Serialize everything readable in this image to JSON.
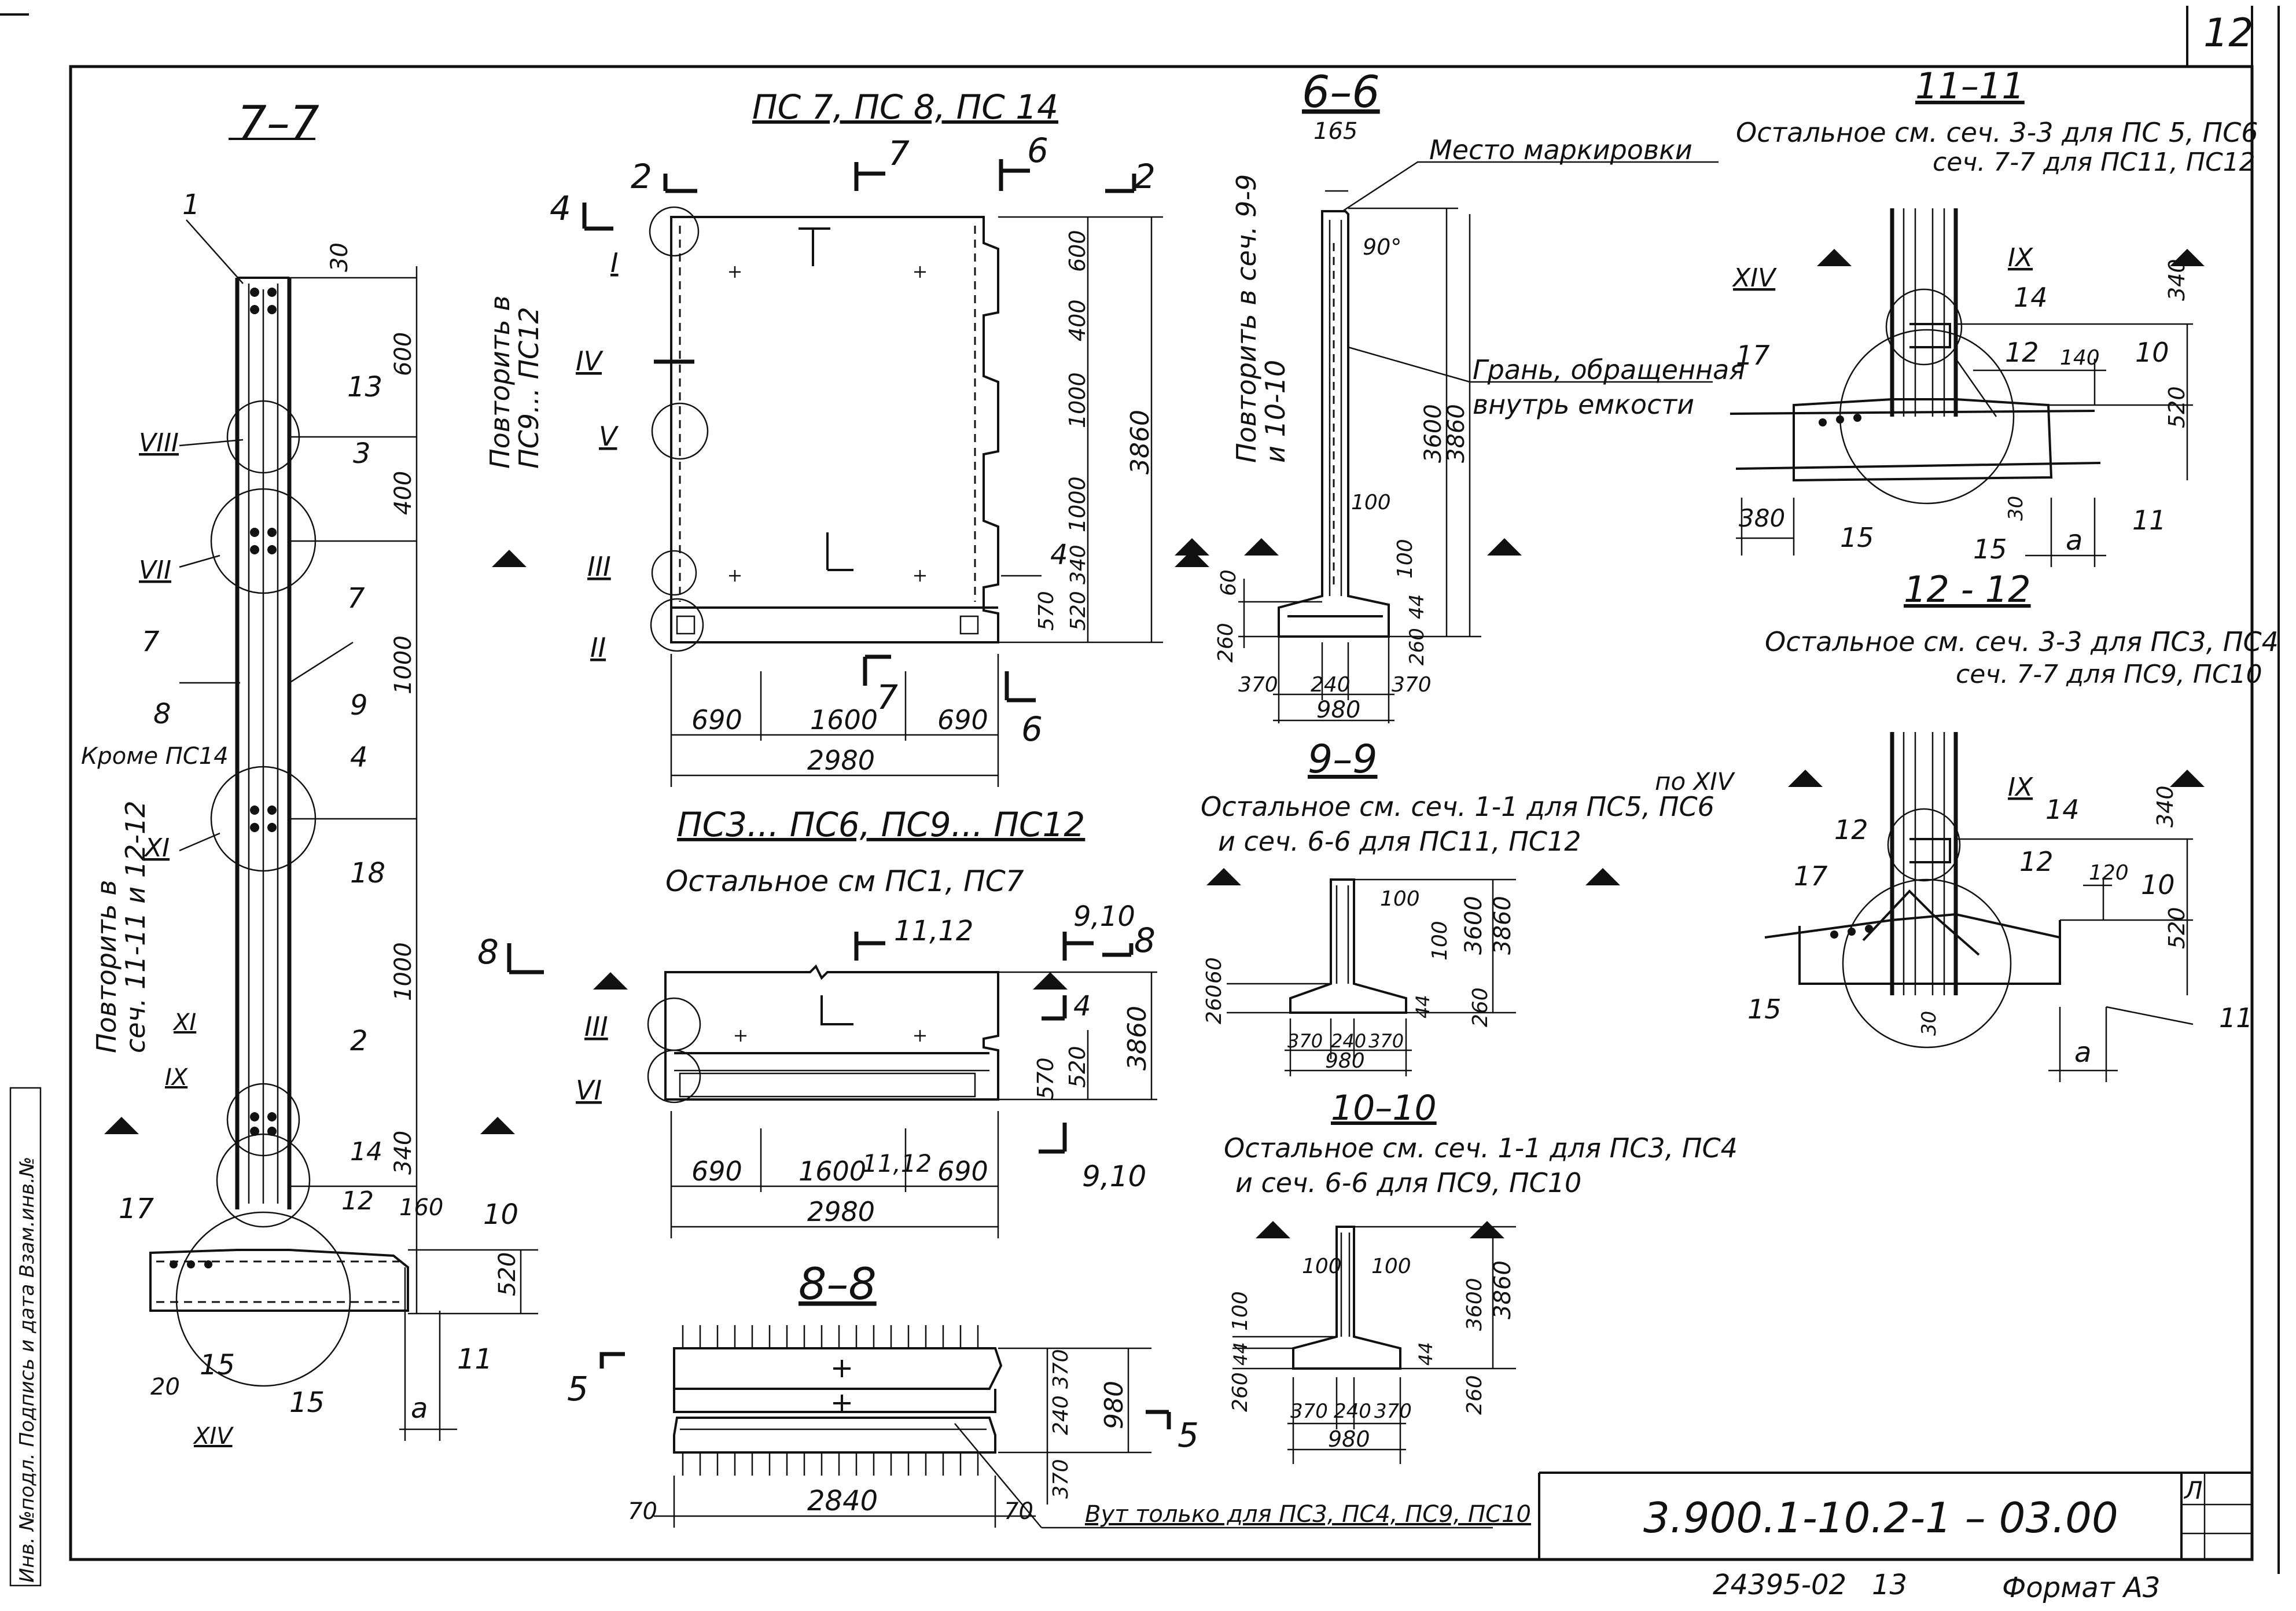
{
  "sheet": {
    "page_number": "12",
    "drawing_code": "3.900.1-10.2-1  – 03.00",
    "archive_number": "24395-02",
    "archive_sheet": "13",
    "format": "Формат А3",
    "side_stamp": "Инв. №подл.  Подпись и дата  Взам.инв.№",
    "corner_mark": "Л"
  },
  "section_7_7": {
    "title": "7–7",
    "note_repeat": [
      "Повторить в",
      "сеч. 11-11 и 12-12"
    ],
    "note_except": "Кроме ПС14",
    "dims": [
      "30",
      "600",
      "400",
      "1000",
      "1000",
      "340",
      "160",
      "520",
      "20",
      "a"
    ],
    "positions": [
      "1",
      "13",
      "3",
      "7",
      "7",
      "8",
      "9",
      "4",
      "18",
      "2",
      "14",
      "12",
      "10",
      "17",
      "11",
      "15",
      "15"
    ],
    "nodes": [
      "VIII",
      "VII",
      "XI",
      "XI",
      "IX",
      "XIV"
    ]
  },
  "panel_pc7": {
    "title": "ПС 7, ПС 8, ПС 14",
    "note_repeat": [
      "Повторить в",
      "ПС9... ПС12"
    ],
    "nodes": [
      "I",
      "IV",
      "V",
      "III",
      "II"
    ],
    "cuts": [
      "2",
      "2",
      "4",
      "7",
      "7",
      "6",
      "6",
      "4"
    ],
    "dims_right": [
      "600",
      "400",
      "1000",
      "1000",
      "340",
      "520",
      "570",
      "3860"
    ],
    "dims_bottom": [
      "690",
      "1600",
      "690",
      "2980"
    ]
  },
  "panel_pc3": {
    "title": "ПС3... ПС6, ПС9... ПС12",
    "subtitle": "Остальное см ПС1, ПС7",
    "nodes": [
      "III",
      "VI"
    ],
    "cuts": [
      "8",
      "11,12",
      "9,10",
      "8",
      "4",
      "11,12",
      "9,10"
    ],
    "dims_right": [
      "570",
      "520",
      "3860"
    ],
    "dims_bottom": [
      "690",
      "1600",
      "690",
      "2980"
    ]
  },
  "section_8_8": {
    "title": "8–8",
    "cuts": [
      "5",
      "5"
    ],
    "dims": [
      "370",
      "240",
      "370",
      "980",
      "70",
      "2840",
      "70"
    ],
    "note": "Вут только для ПС3, ПС4, ПС9, ПС10"
  },
  "section_6_6": {
    "title": "6–6",
    "note_repeat": [
      "Повторить в сеч. 9-9",
      "и 10-10"
    ],
    "label_marking": "Место маркировки",
    "label_face": [
      "Грань, обращенная",
      "внутрь емкости"
    ],
    "dims": [
      "165",
      "90°",
      "3600",
      "3860",
      "100",
      "100",
      "60",
      "260",
      "44",
      "260",
      "370",
      "240",
      "370",
      "980"
    ]
  },
  "section_9_9": {
    "title": "9–9",
    "note": [
      "Остальное см. сеч. 1-1 для ПС5, ПС6",
      "и сеч. 6-6 для ПС11, ПС12"
    ],
    "ref": "по XIV",
    "dims": [
      "100",
      "100",
      "3600",
      "3860",
      "60",
      "260",
      "44",
      "260",
      "370",
      "240",
      "370",
      "980"
    ]
  },
  "section_10_10": {
    "title": "10–10",
    "note": [
      "Остальное см. сеч. 1-1 для ПС3, ПС4",
      "и сеч. 6-6 для ПС9, ПС10"
    ],
    "dims": [
      "100",
      "100",
      "100",
      "3600",
      "3860",
      "44",
      "44",
      "260",
      "260",
      "370",
      "240",
      "370",
      "980"
    ]
  },
  "section_11_11": {
    "title": "11–11",
    "note": [
      "Остальное см. сеч. 3-3 для ПС 5, ПС6",
      "сеч. 7-7 для ПС11, ПС12"
    ],
    "nodes": [
      "XIV",
      "IX"
    ],
    "positions": [
      "17",
      "14",
      "12",
      "10",
      "15",
      "15",
      "11"
    ],
    "dims": [
      "340",
      "140",
      "520",
      "380",
      "30",
      "a"
    ]
  },
  "section_12_12": {
    "title": "12 - 12",
    "note": [
      "Остальное см. сеч. 3-3 для ПС3, ПС4",
      "сеч. 7-7 для ПС9, ПС10"
    ],
    "nodes": [
      "IX"
    ],
    "positions": [
      "12",
      "14",
      "12",
      "17",
      "10",
      "15",
      "11"
    ],
    "dims": [
      "340",
      "120",
      "520",
      "30",
      "a"
    ]
  }
}
